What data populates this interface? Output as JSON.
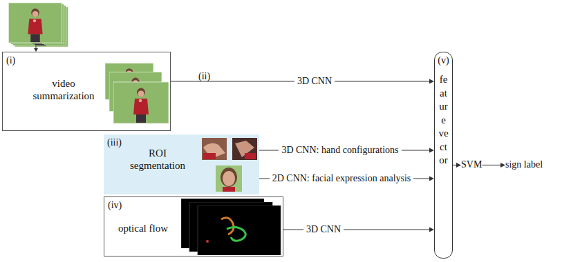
{
  "diagram": {
    "nodes": [
      {
        "text": [
          "(i)",
          "video summarization"
        ]
      },
      {
        "text": [
          "(iii)",
          "ROI segmentation"
        ]
      },
      {
        "text": [
          "(iv)",
          "optical flow"
        ]
      },
      {
        "text": [
          "(v)",
          "feature vector"
        ]
      },
      {
        "text": [
          "SVM"
        ]
      },
      {
        "text": [
          "sign label"
        ]
      }
    ],
    "edges": [
      {
        "from": 0,
        "to": 3,
        "arrow": "to",
        "label": "3D CNN"
      },
      {
        "from": 1,
        "to": 3,
        "arrow": "to",
        "label": "3D CNN: hand configurations"
      },
      {
        "from": 1,
        "to": 3,
        "arrow": "to",
        "label": "2D CNN: facial expression analysis"
      },
      {
        "from": 2,
        "to": 3,
        "arrow": "to",
        "label": "3D CNN"
      },
      {
        "from": 3,
        "to": 4,
        "arrow": "to"
      },
      {
        "from": 4,
        "to": 5,
        "arrow": "to"
      }
    ],
    "labels": [
      "(ii)"
    ]
  }
}
